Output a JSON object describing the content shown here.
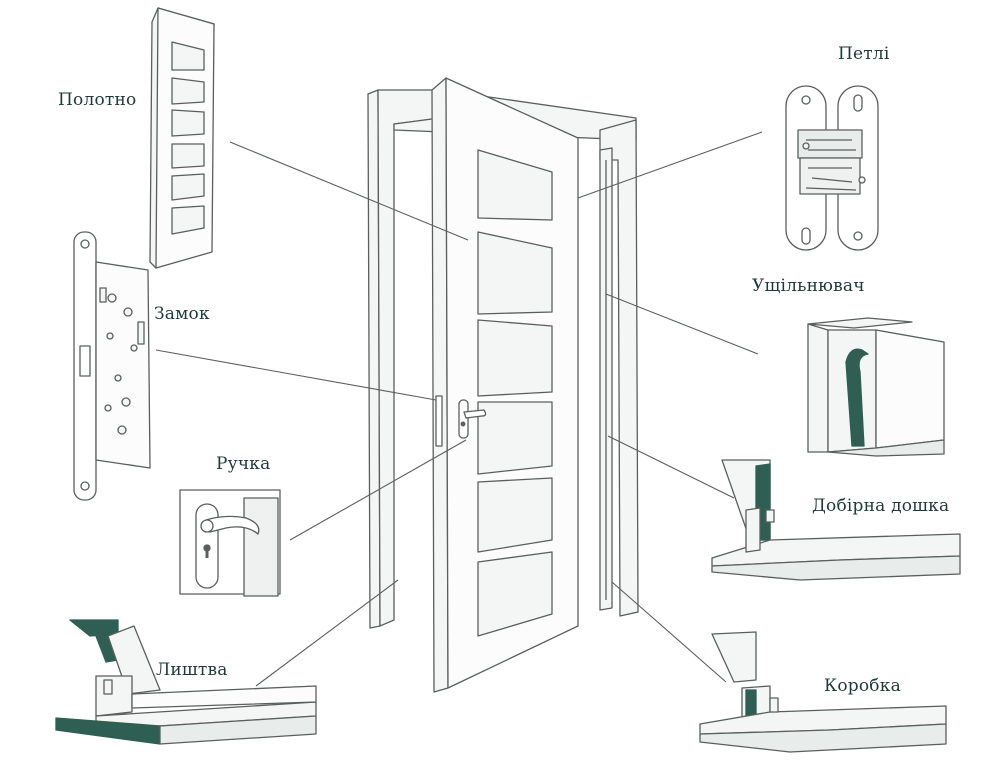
{
  "labels": {
    "polotno": "Полотно",
    "petli": "Петлі",
    "zamok": "Замок",
    "ushchilniuvach": "Ущільнювач",
    "ruchka": "Ручка",
    "dobirna_doshka": "Добірна дошка",
    "lyshtva": "Лиштва",
    "korobka": "Коробка"
  },
  "colors": {
    "line": "#5a5f5e",
    "fill": "#f3f6f4",
    "accent": "#2e5f52",
    "text": "#1f3a35"
  },
  "icons": [
    "door-leaf-icon",
    "hinge-icon",
    "lock-icon",
    "seal-icon",
    "handle-icon",
    "extension-board-icon",
    "trim-icon",
    "frame-icon"
  ]
}
